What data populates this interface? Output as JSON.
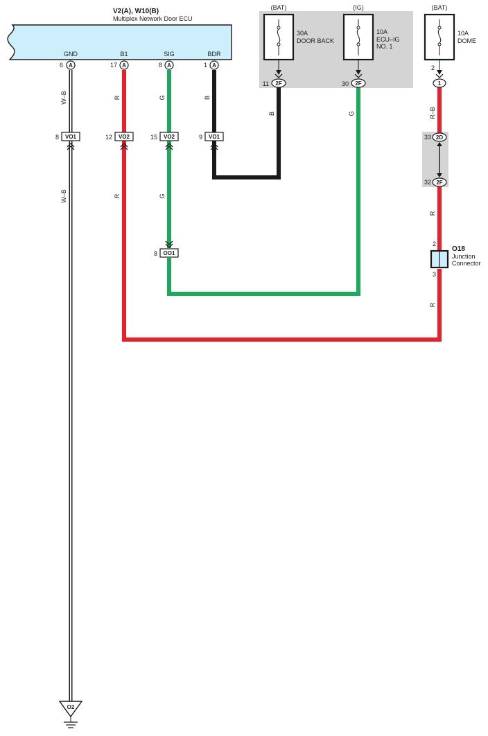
{
  "ecu": {
    "title": "V2(A), W10(B)",
    "subtitle": "Multiplex Network Door ECU",
    "terminals": [
      {
        "name": "GND",
        "pin": "6",
        "conn": "A"
      },
      {
        "name": "B1",
        "pin": "17",
        "conn": "A"
      },
      {
        "name": "SIG",
        "pin": "8",
        "conn": "A"
      },
      {
        "name": "BDR",
        "pin": "1",
        "conn": "A"
      }
    ]
  },
  "fuses": [
    {
      "supply": "(BAT)",
      "rating": "30A",
      "name_line1": "DOOR BACK",
      "name_line2": "",
      "pin": "11",
      "conn": "2F"
    },
    {
      "supply": "(IG)",
      "rating": "10A",
      "name_line1": "ECU–IG",
      "name_line2": "NO. 1",
      "pin": "30",
      "conn": "2F"
    },
    {
      "supply": "(BAT)",
      "rating": "10A",
      "name_line1": "DOME",
      "name_line2": "",
      "pin": "2",
      "conn": "1"
    }
  ],
  "inline_connectors": {
    "vo1_gnd": {
      "pin": "8",
      "conn": "VO1"
    },
    "vo2_b1": {
      "pin": "12",
      "conn": "VO2"
    },
    "vo2_sig": {
      "pin": "15",
      "conn": "VO2"
    },
    "vo1_bdr": {
      "pin": "9",
      "conn": "VO1"
    },
    "oo1_sig": {
      "pin": "8",
      "conn": "OO1"
    }
  },
  "junction_block": {
    "top": {
      "pin": "33",
      "conn": "2D"
    },
    "bottom": {
      "pin": "32",
      "conn": "2F"
    }
  },
  "junction_connector": {
    "id": "O18",
    "name_line1": "Junction",
    "name_line2": "Connector",
    "pin_in": "2",
    "pin_out": "3"
  },
  "ground": {
    "id": "O2"
  },
  "wire_labels": {
    "gnd_upper": "W–B",
    "gnd_lower": "W–B",
    "b1_upper": "R",
    "b1_lower": "R",
    "sig_upper": "G",
    "sig_lower": "G",
    "bdr": "B",
    "door_back": "B",
    "ecu_ig": "G",
    "dome_upper": "R–B",
    "dome_mid": "R",
    "dome_lower": "R"
  },
  "colors": {
    "red": "#e8202a",
    "green": "#1fa85b",
    "black": "#1a1a1a",
    "ecu_fill": "#cdeefb",
    "relay_gray": "#d4d4d4",
    "white_wire": "#ffffff"
  }
}
